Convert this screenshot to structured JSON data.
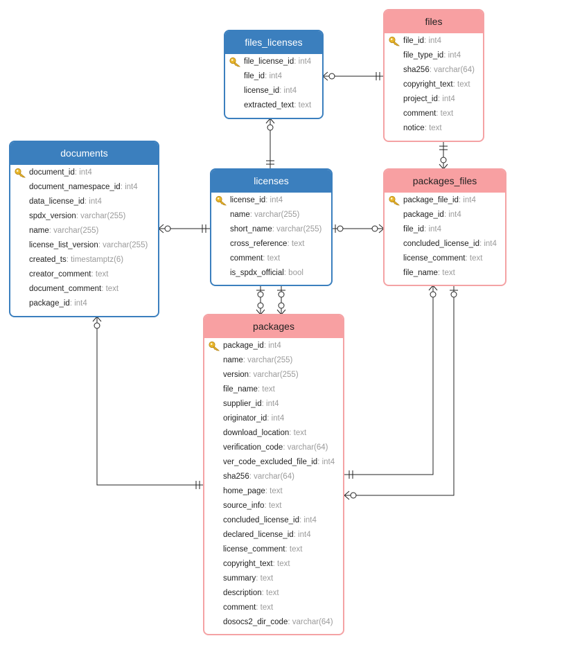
{
  "tables": {
    "files_licenses": {
      "title": "files_licenses",
      "fields": [
        {
          "name": "file_license_id",
          "type": ": int4",
          "pk": true
        },
        {
          "name": "file_id",
          "type": ": int4",
          "pk": false
        },
        {
          "name": "license_id",
          "type": ": int4",
          "pk": false
        },
        {
          "name": "extracted_text",
          "type": ": text",
          "pk": false
        }
      ]
    },
    "files": {
      "title": "files",
      "fields": [
        {
          "name": "file_id",
          "type": ": int4",
          "pk": true
        },
        {
          "name": "file_type_id",
          "type": ": int4",
          "pk": false
        },
        {
          "name": "sha256",
          "type": ": varchar(64)",
          "pk": false
        },
        {
          "name": "copyright_text",
          "type": ": text",
          "pk": false
        },
        {
          "name": "project_id",
          "type": ": int4",
          "pk": false
        },
        {
          "name": "comment",
          "type": ": text",
          "pk": false
        },
        {
          "name": "notice",
          "type": ": text",
          "pk": false
        }
      ]
    },
    "documents": {
      "title": "documents",
      "fields": [
        {
          "name": "document_id",
          "type": ": int4",
          "pk": true
        },
        {
          "name": "document_namespace_id",
          "type": ": int4",
          "pk": false
        },
        {
          "name": "data_license_id",
          "type": ": int4",
          "pk": false
        },
        {
          "name": "spdx_version",
          "type": ": varchar(255)",
          "pk": false
        },
        {
          "name": "name",
          "type": ": varchar(255)",
          "pk": false
        },
        {
          "name": "license_list_version",
          "type": ": varchar(255)",
          "pk": false
        },
        {
          "name": "created_ts",
          "type": ": timestamptz(6)",
          "pk": false
        },
        {
          "name": "creator_comment",
          "type": ": text",
          "pk": false
        },
        {
          "name": "document_comment",
          "type": ": text",
          "pk": false
        },
        {
          "name": "package_id",
          "type": ": int4",
          "pk": false
        }
      ]
    },
    "licenses": {
      "title": "licenses",
      "fields": [
        {
          "name": "license_id",
          "type": ": int4",
          "pk": true
        },
        {
          "name": "name",
          "type": ": varchar(255)",
          "pk": false
        },
        {
          "name": "short_name",
          "type": ": varchar(255)",
          "pk": false
        },
        {
          "name": "cross_reference",
          "type": ": text",
          "pk": false
        },
        {
          "name": "comment",
          "type": ": text",
          "pk": false
        },
        {
          "name": "is_spdx_official",
          "type": ": bool",
          "pk": false
        }
      ]
    },
    "packages_files": {
      "title": "packages_files",
      "fields": [
        {
          "name": "package_file_id",
          "type": ": int4",
          "pk": true
        },
        {
          "name": "package_id",
          "type": ": int4",
          "pk": false
        },
        {
          "name": "file_id",
          "type": ": int4",
          "pk": false
        },
        {
          "name": "concluded_license_id",
          "type": ": int4",
          "pk": false
        },
        {
          "name": "license_comment",
          "type": ": text",
          "pk": false
        },
        {
          "name": "file_name",
          "type": ": text",
          "pk": false
        }
      ]
    },
    "packages": {
      "title": "packages",
      "fields": [
        {
          "name": "package_id",
          "type": ": int4",
          "pk": true
        },
        {
          "name": "name",
          "type": ": varchar(255)",
          "pk": false
        },
        {
          "name": "version",
          "type": ": varchar(255)",
          "pk": false
        },
        {
          "name": "file_name",
          "type": ": text",
          "pk": false
        },
        {
          "name": "supplier_id",
          "type": ": int4",
          "pk": false
        },
        {
          "name": "originator_id",
          "type": ": int4",
          "pk": false
        },
        {
          "name": "download_location",
          "type": ": text",
          "pk": false
        },
        {
          "name": "verification_code",
          "type": ": varchar(64)",
          "pk": false
        },
        {
          "name": "ver_code_excluded_file_id",
          "type": ": int4",
          "pk": false
        },
        {
          "name": "sha256",
          "type": ": varchar(64)",
          "pk": false
        },
        {
          "name": "home_page",
          "type": ": text",
          "pk": false
        },
        {
          "name": "source_info",
          "type": ": text",
          "pk": false
        },
        {
          "name": "concluded_license_id",
          "type": ": int4",
          "pk": false
        },
        {
          "name": "declared_license_id",
          "type": ": int4",
          "pk": false
        },
        {
          "name": "license_comment",
          "type": ": text",
          "pk": false
        },
        {
          "name": "copyright_text",
          "type": ": text",
          "pk": false
        },
        {
          "name": "summary",
          "type": ": text",
          "pk": false
        },
        {
          "name": "description",
          "type": ": text",
          "pk": false
        },
        {
          "name": "comment",
          "type": ": text",
          "pk": false
        },
        {
          "name": "dosocs2_dir_code",
          "type": ": varchar(64)",
          "pk": false
        }
      ]
    }
  },
  "colors": {
    "blue_header": "#3b7fbe",
    "red_header": "#f8a0a2",
    "red_border": "#f4a2a4",
    "key_icon": "#e8b62a",
    "type_text": "#9a9a9a",
    "line": "#222222"
  },
  "icons": {
    "primary_key": "key-icon"
  }
}
